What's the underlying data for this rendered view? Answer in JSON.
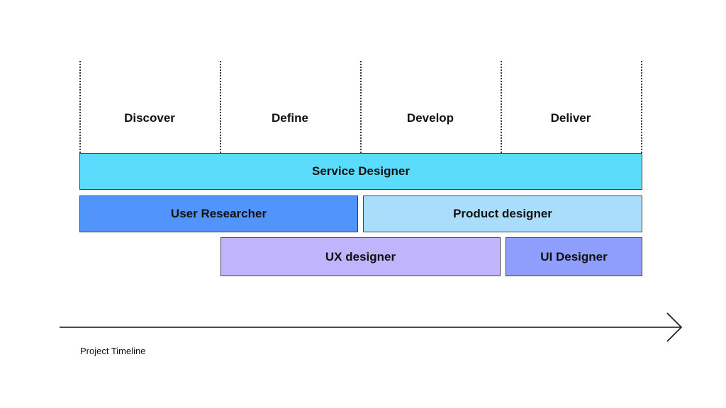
{
  "phases": [
    "Discover",
    "Define",
    "Develop",
    "Deliver"
  ],
  "roles": {
    "service_designer": {
      "label": "Service Designer",
      "color": "#5cdcfc",
      "phase_span": [
        "Discover",
        "Deliver"
      ]
    },
    "user_researcher": {
      "label": "User Researcher",
      "color": "#5094fc",
      "phase_span": [
        "Discover",
        "Define"
      ]
    },
    "product_designer": {
      "label": "Product designer",
      "color": "#aadcfc",
      "phase_span": [
        "Develop",
        "Deliver"
      ]
    },
    "ux_designer": {
      "label": "UX designer",
      "color": "#c0b4fc",
      "phase_span": [
        "Define",
        "Develop"
      ]
    },
    "ui_designer": {
      "label": "UI Designer",
      "color": "#8f9dfc",
      "phase_span": [
        "Deliver",
        "Deliver"
      ]
    }
  },
  "timeline": {
    "label": "Project Timeline"
  }
}
